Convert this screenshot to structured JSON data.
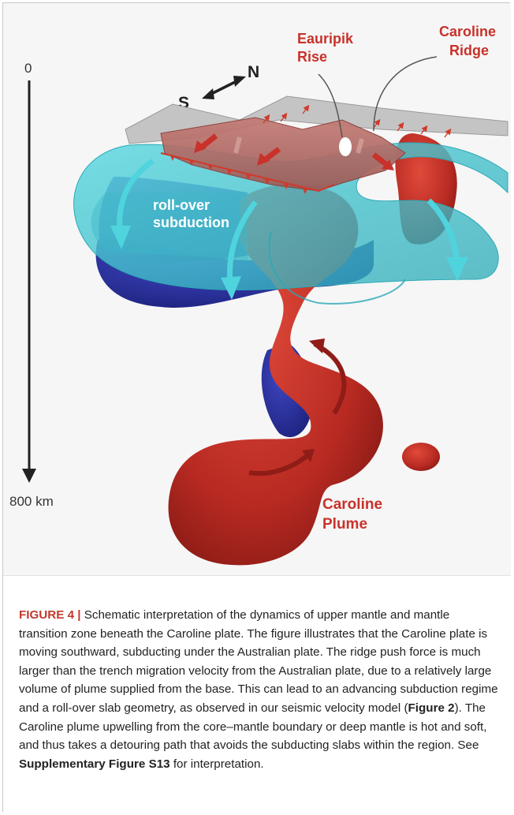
{
  "figure": {
    "depth_top": "0",
    "depth_bottom": "800 km",
    "compass_s": "S",
    "compass_n": "N",
    "label_eauripik_1": "Eauripik",
    "label_eauripik_2": "Rise",
    "label_caroline_ridge_1": "Caroline",
    "label_caroline_ridge_2": "Ridge",
    "label_rollover_1": "roll-over",
    "label_rollover_2": "subduction",
    "label_plume_1": "Caroline",
    "label_plume_2": "Plume",
    "colors": {
      "red": "#c8322b",
      "cyan": "#3fc7d2",
      "blue": "#2e35a6",
      "gray": "#bdbdbd"
    }
  },
  "caption": {
    "figure_label": "FIGURE 4 |",
    "text_1": " Schematic interpretation of the dynamics of upper mantle and mantle transition zone beneath the Caroline plate. The figure illustrates that the Caroline plate is moving southward, subducting under the Australian plate. The ridge push force is much larger than the trench migration velocity from the Australian plate, due to a relatively large volume of plume supplied from the base. This can lead to an advancing subduction regime and a roll-over slab geometry, as observed in our seismic velocity model (",
    "ref_1": "Figure 2",
    "text_2": "). The Caroline plume upwelling from the core–mantle boundary or deep mantle is hot and soft, and thus takes a detouring path that avoids the subducting slabs within the region. See ",
    "ref_2": "Supplementary Figure S13",
    "text_3": " for interpretation."
  }
}
